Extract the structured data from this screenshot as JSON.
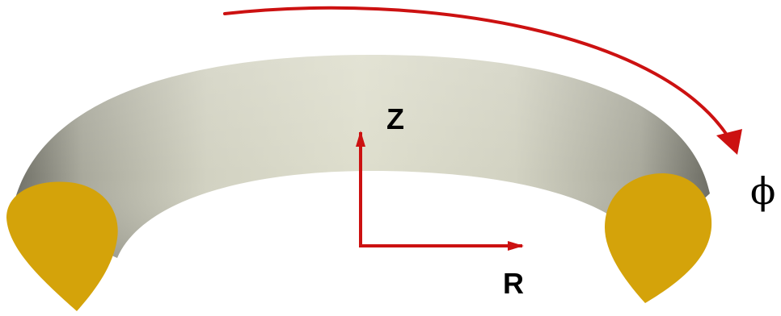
{
  "figure": {
    "labels": {
      "z": "Z",
      "r": "R",
      "phi": "ϕ"
    },
    "colors": {
      "torus_light": "#dcdcca",
      "torus_shadow": "#6f6f66",
      "cross_section": "#d4a30a",
      "arrow": "#cc1111",
      "text": "#000000"
    }
  }
}
